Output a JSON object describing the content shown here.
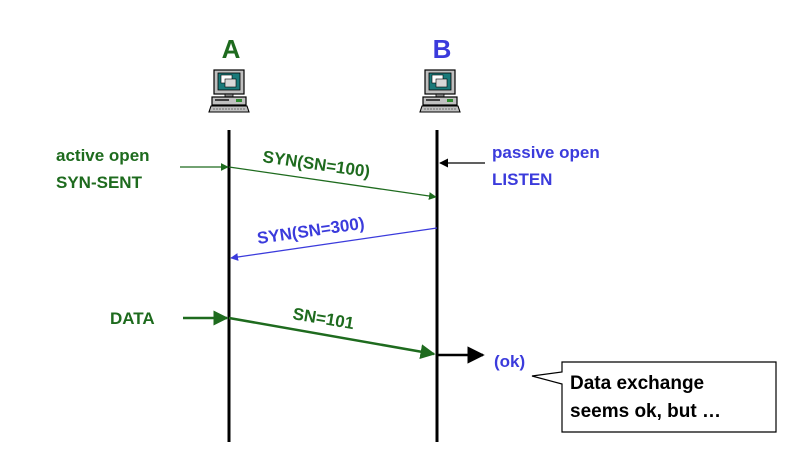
{
  "colors": {
    "green": "#1e6b1e",
    "blue": "#3b3bdc",
    "black": "#000000"
  },
  "hosts": {
    "a": {
      "name": "A",
      "icon": "computer-icon"
    },
    "b": {
      "name": "B",
      "icon": "computer-icon"
    }
  },
  "labels": {
    "active_open": "active open",
    "syn_sent": "SYN-SENT",
    "passive_open": "passive open",
    "listen": "LISTEN",
    "data": "DATA",
    "ok": "(ok)"
  },
  "messages": {
    "syn_a": "SYN(SN=100)",
    "syn_b": "SYN(SN=300)",
    "data_seg": "SN=101"
  },
  "callout": {
    "line1": "Data exchange",
    "line2": "seems ok, but …"
  }
}
